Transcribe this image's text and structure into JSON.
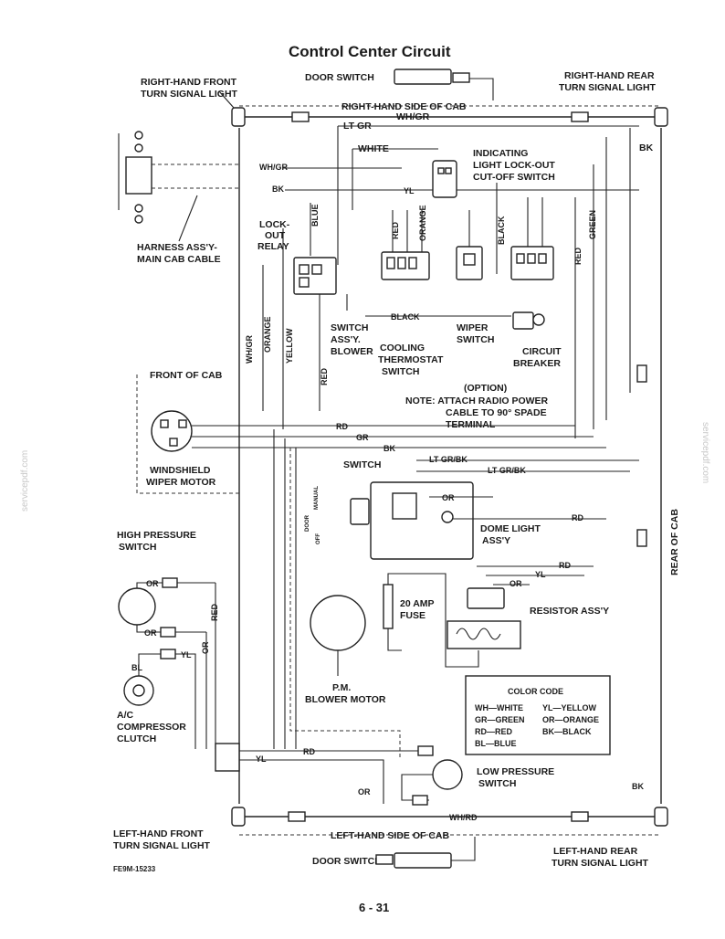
{
  "title": "Control Center Circuit",
  "page_number": "6 - 31",
  "figure_code": "FE9M-15233",
  "watermark": "servicepdf.com",
  "components": {
    "door_switch_top": "DOOR SWITCH",
    "door_switch_bottom": "DOOR SWITCH",
    "rh_front_signal": [
      "RIGHT-HAND FRONT",
      "TURN SIGNAL LIGHT"
    ],
    "rh_rear_signal": [
      "RIGHT-HAND REAR",
      "TURN SIGNAL LIGHT"
    ],
    "lh_front_signal": [
      "LEFT-HAND FRONT",
      "TURN SIGNAL LIGHT"
    ],
    "lh_rear_signal": [
      "LEFT-HAND REAR",
      "TURN SIGNAL LIGHT"
    ],
    "rh_side_cab": "RIGHT-HAND SIDE OF CAB",
    "lh_side_cab": "LEFT-HAND SIDE OF CAB",
    "front_of_cab": "FRONT OF CAB",
    "rear_of_cab": "REAR OF CAB",
    "harness": [
      "HARNESS ASS'Y-",
      "MAIN CAB CABLE"
    ],
    "lockout_relay": [
      "LOCK-",
      "OUT",
      "RELAY"
    ],
    "indicating_switch": [
      "INDICATING",
      "LIGHT LOCK-OUT",
      "CUT-OFF SWITCH"
    ],
    "switch_blower": [
      "SWITCH",
      "ASS'Y.",
      "BLOWER"
    ],
    "cooling_thermostat": [
      "COOLING",
      "THERMOSTAT",
      "SWITCH"
    ],
    "wiper_switch": [
      "WIPER",
      "SWITCH"
    ],
    "circuit_breaker": [
      "CIRCUIT",
      "BREAKER"
    ],
    "option_note": [
      "(OPTION)",
      "NOTE:  ATTACH RADIO POWER",
      "CABLE TO 90° SPADE",
      "TERMINAL"
    ],
    "windshield_wiper": [
      "WINDSHIELD",
      "WIPER MOTOR"
    ],
    "switch_label": "SWITCH",
    "dome_light": [
      "DOME LIGHT",
      "ASS'Y"
    ],
    "resistor": "RESISTOR ASS'Y",
    "high_pressure": [
      "HIGH PRESSURE",
      "SWITCH"
    ],
    "ac_clutch": [
      "A/C",
      "COMPRESSOR",
      "CLUTCH"
    ],
    "fuse": [
      "20 AMP",
      "FUSE"
    ],
    "blower_motor": [
      "P.M.",
      "BLOWER MOTOR"
    ],
    "low_pressure": [
      "LOW PRESSURE",
      "SWITCH"
    ],
    "dome_modes": [
      "OFF",
      "MANUAL",
      "DOOR"
    ]
  },
  "wire_labels": {
    "wh_gr": "WH/GR",
    "lt_gr": "LT GR",
    "white": "WHITE",
    "bk": "BK",
    "blue": "BLUE",
    "orange": "ORANGE",
    "yellow": "YELLOW",
    "red": "RED",
    "black": "BLACK",
    "green": "GREEN",
    "yl": "YL",
    "rd": "RD",
    "gr": "GR",
    "or": "OR",
    "lt_gr_bk": "LT GR/BK",
    "bl": "BL",
    "wh_rd": "WH/RD"
  },
  "color_code": {
    "title": "COLOR CODE",
    "left": [
      "WH—WHITE",
      "GR—GREEN",
      "RD—RED",
      "BL—BLUE"
    ],
    "right": [
      "YL—YELLOW",
      "OR—ORANGE",
      "BK—BLACK"
    ]
  }
}
